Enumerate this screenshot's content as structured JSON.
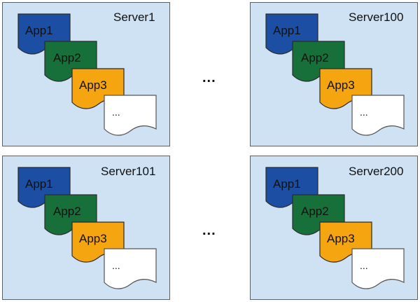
{
  "colors": {
    "server_fill": "#cfe2f3",
    "app1": "#1c4fa3",
    "app2": "#17703a",
    "app3": "#f5a50f",
    "more": "#ffffff"
  },
  "servers": [
    {
      "name": "Server1",
      "apps": [
        "App1",
        "App2",
        "App3",
        "..."
      ]
    },
    {
      "name": "Server100",
      "apps": [
        "App1",
        "App2",
        "App3",
        "..."
      ]
    },
    {
      "name": "Server101",
      "apps": [
        "App1",
        "App2",
        "App3",
        "..."
      ]
    },
    {
      "name": "Server200",
      "apps": [
        "App1",
        "App2",
        "App3",
        "..."
      ]
    }
  ],
  "ellipsis_top": "...",
  "ellipsis_bottom": "..."
}
